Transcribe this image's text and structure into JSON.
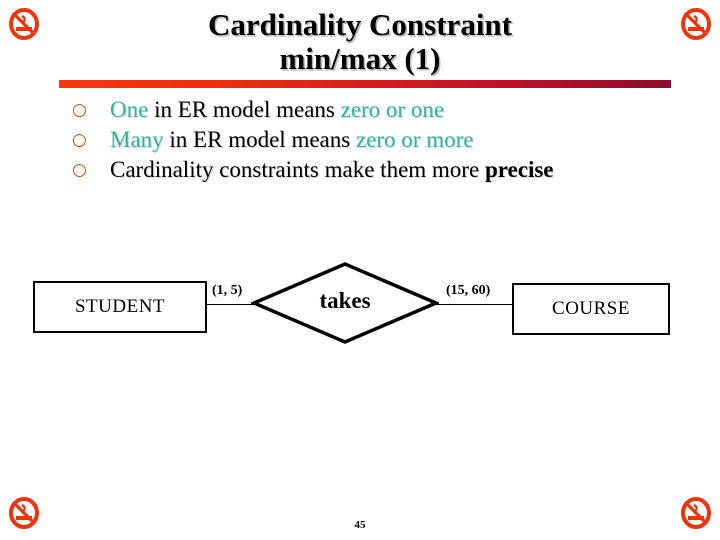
{
  "slide": {
    "title_lines": [
      "Cardinality Constraint",
      "min/max (1)"
    ],
    "page_number": "45",
    "accent_gradient_start": "#F4380D",
    "accent_gradient_end": "#8D0B2B",
    "bullet_color": "#D5430F",
    "highlight_color": "#2FB893"
  },
  "decorations": {
    "top_left_icon": "no-smoking-icon",
    "top_right_icon": "no-smoking-icon",
    "bottom_left_icon": "no-smoking-icon",
    "bottom_right_icon": "no-smoking-icon"
  },
  "bullets": [
    {
      "marker": "m",
      "segments": [
        {
          "text": "One",
          "style": "highlight"
        },
        {
          "text": " in ER model means ",
          "style": "plain"
        },
        {
          "text": "zero or one",
          "style": "highlight"
        }
      ]
    },
    {
      "marker": "m",
      "segments": [
        {
          "text": "Many",
          "style": "highlight"
        },
        {
          "text": " in ER model means ",
          "style": "plain"
        },
        {
          "text": "zero or more",
          "style": "highlight"
        }
      ]
    },
    {
      "marker": "m",
      "segments": [
        {
          "text": "Cardinality constraints make them more ",
          "style": "plain"
        },
        {
          "text": "precise",
          "style": "bold"
        }
      ]
    }
  ],
  "er_diagram": {
    "entities": [
      {
        "name": "STUDENT"
      },
      {
        "name": "COURSE"
      }
    ],
    "relationship": {
      "name": "takes"
    },
    "cardinalities": [
      {
        "side": "left",
        "value": "(1, 5)"
      },
      {
        "side": "right",
        "value": "(15, 60)"
      }
    ]
  }
}
